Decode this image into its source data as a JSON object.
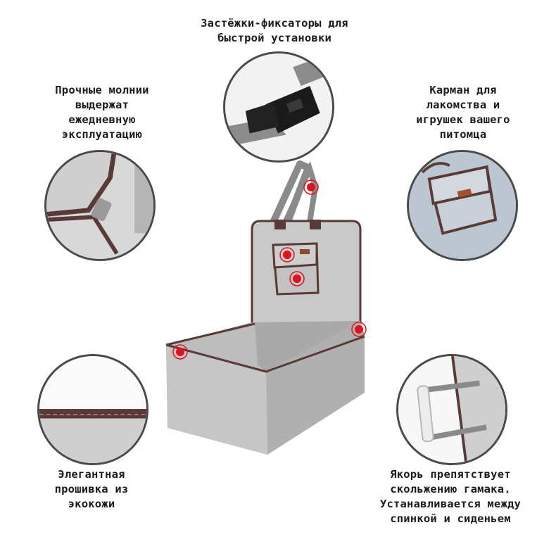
{
  "labels": {
    "buckles": "Застёжки-фиксаторы для\nбыстрой установки",
    "zippers": "Прочные молнии\nвыдержат\nежедневную\nэксплуатацию",
    "pocket": "Карман для\nлакомства и\nигрушек вашего\nпитомца",
    "stitching": "Элегантная\nпрошивка из\nэкокожи",
    "anchor": "Якорь препятствует\nскольжению гамака.\nУстанавливается между\nспинкой и сиденьем"
  },
  "colors": {
    "felt": "#c9c9c9",
    "felt_dark": "#b3b3b3",
    "trim": "#5a3a36",
    "strap": "#8a8a8a",
    "hotspot": "#e0121d",
    "circle_border": "#4a4a4a"
  },
  "icons": {
    "hotspot": "red-dot-hotspot-icon"
  }
}
